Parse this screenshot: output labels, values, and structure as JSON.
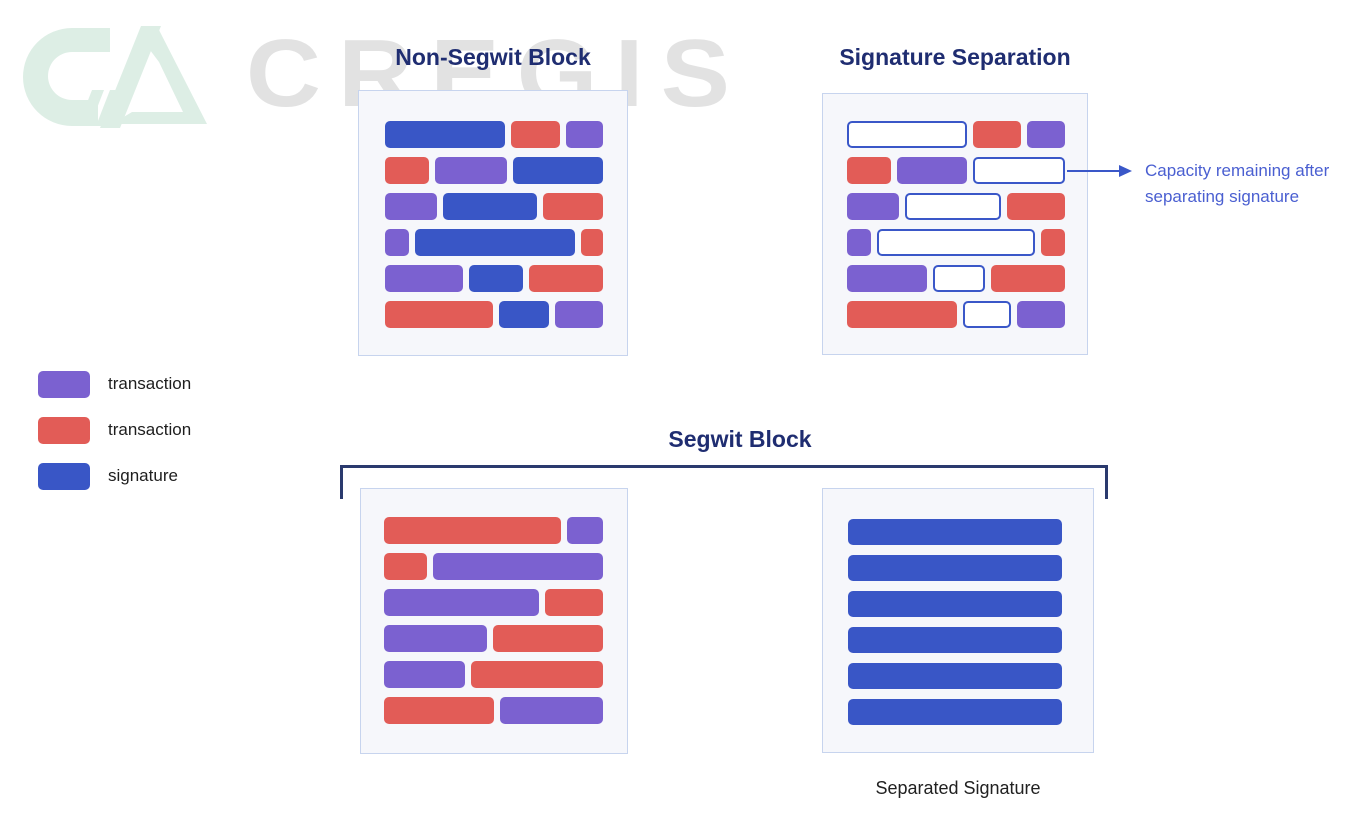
{
  "brand": {
    "watermark_text": "CREGIS",
    "logo_icon": "cregis-ca-logo-mark"
  },
  "colors": {
    "transaction_purple": "#7b61d0",
    "transaction_red": "#e25c57",
    "signature_blue": "#3956c6",
    "capacity_outline_blue": "#3a57c8",
    "title_navy": "#1f2d71",
    "bracket_navy": "#2a3a6e",
    "annotation_blue": "#4a5fd1",
    "box_background": "#f6f7fb",
    "box_border": "#c7d4ee",
    "watermark_gray": "#e2e2e2",
    "watermark_mint": "#ddeee5"
  },
  "legend": {
    "items": [
      {
        "label": "transaction",
        "type": "tx_purple"
      },
      {
        "label": "transaction",
        "type": "tx_red"
      },
      {
        "label": "signature",
        "type": "signature"
      }
    ]
  },
  "non_segwit": {
    "title": "Non-Segwit Block",
    "rows": [
      [
        {
          "type": "signature",
          "w": 120
        },
        {
          "type": "tx_red",
          "w": 49
        },
        {
          "type": "tx_purple",
          "w": 37
        }
      ],
      [
        {
          "type": "tx_red",
          "w": 44
        },
        {
          "type": "tx_purple",
          "w": 72
        },
        {
          "type": "signature",
          "w": 90
        }
      ],
      [
        {
          "type": "tx_purple",
          "w": 52
        },
        {
          "type": "signature",
          "w": 94
        },
        {
          "type": "tx_red",
          "w": 60
        }
      ],
      [
        {
          "type": "tx_purple",
          "w": 24
        },
        {
          "type": "signature",
          "w": 160
        },
        {
          "type": "tx_red",
          "w": 22
        }
      ],
      [
        {
          "type": "tx_purple",
          "w": 78
        },
        {
          "type": "signature",
          "w": 54
        },
        {
          "type": "tx_red",
          "w": 74
        }
      ],
      [
        {
          "type": "tx_red",
          "w": 108
        },
        {
          "type": "signature",
          "w": 50
        },
        {
          "type": "tx_purple",
          "w": 48
        }
      ]
    ]
  },
  "separation": {
    "title": "Signature Separation",
    "annotation": "Capacity remaining after separating signature",
    "rows": [
      [
        {
          "type": "capacity",
          "w": 120
        },
        {
          "type": "tx_red",
          "w": 48
        },
        {
          "type": "tx_purple",
          "w": 38
        }
      ],
      [
        {
          "type": "tx_red",
          "w": 44
        },
        {
          "type": "tx_purple",
          "w": 70
        },
        {
          "type": "capacity",
          "w": 92
        }
      ],
      [
        {
          "type": "tx_purple",
          "w": 52
        },
        {
          "type": "capacity",
          "w": 96
        },
        {
          "type": "tx_red",
          "w": 58
        }
      ],
      [
        {
          "type": "tx_purple",
          "w": 24
        },
        {
          "type": "capacity",
          "w": 158
        },
        {
          "type": "tx_red",
          "w": 24
        }
      ],
      [
        {
          "type": "tx_purple",
          "w": 80
        },
        {
          "type": "capacity",
          "w": 52
        },
        {
          "type": "tx_red",
          "w": 74
        }
      ],
      [
        {
          "type": "tx_red",
          "w": 110
        },
        {
          "type": "capacity",
          "w": 48
        },
        {
          "type": "tx_purple",
          "w": 48
        }
      ]
    ]
  },
  "segwit": {
    "title": "Segwit Block",
    "tx_rows": [
      [
        {
          "type": "tx_red",
          "w": 177
        },
        {
          "type": "tx_purple",
          "w": 36
        }
      ],
      [
        {
          "type": "tx_red",
          "w": 43
        },
        {
          "type": "tx_purple",
          "w": 170
        }
      ],
      [
        {
          "type": "tx_purple",
          "w": 155
        },
        {
          "type": "tx_red",
          "w": 58
        }
      ],
      [
        {
          "type": "tx_purple",
          "w": 103
        },
        {
          "type": "tx_red",
          "w": 110
        }
      ],
      [
        {
          "type": "tx_purple",
          "w": 81
        },
        {
          "type": "tx_red",
          "w": 132
        }
      ],
      [
        {
          "type": "tx_red",
          "w": 110
        },
        {
          "type": "tx_purple",
          "w": 103
        }
      ]
    ],
    "signature_block": {
      "bars": 6,
      "label": "Separated Signature"
    }
  }
}
